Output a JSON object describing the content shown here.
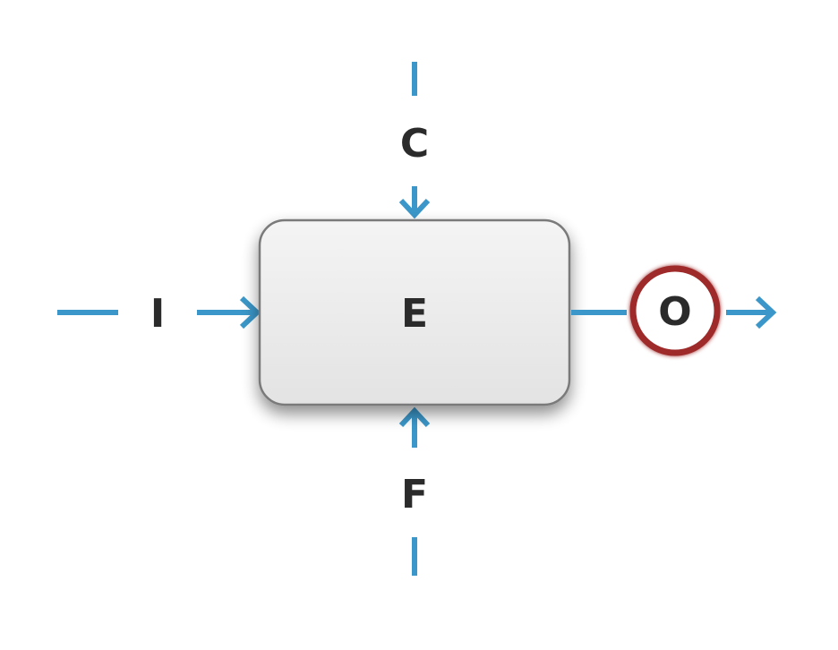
{
  "diagram": {
    "center_label": "E",
    "top_label": "C",
    "bottom_label": "F",
    "left_label": "I",
    "right_label": "O"
  },
  "colors": {
    "arrow": "#3b97c9",
    "box_fill_top": "#f4f4f4",
    "box_fill_bottom": "#e3e3e3",
    "box_stroke": "#7a7a7a",
    "circle_stroke": "#9e2a2b",
    "text": "#2b2b2b"
  }
}
